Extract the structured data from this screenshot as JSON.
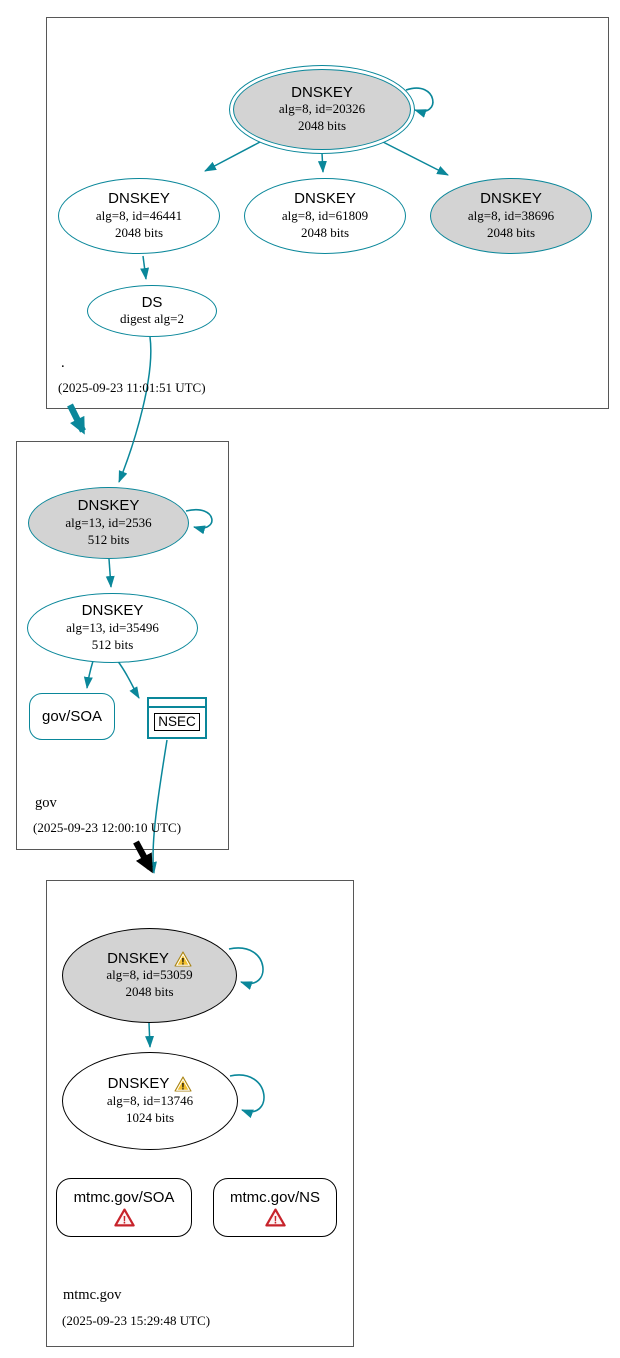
{
  "diagram_type": "dnssec-authentication-chain",
  "colors": {
    "secure_edge": "#0a879a",
    "insecure_edge": "#000000",
    "key_fill": "#d3d3d3",
    "warning_yellow": "#f3c12f",
    "error_red": "#c7232b"
  },
  "zones": [
    {
      "label": ".",
      "timestamp": "(2025-09-23 11:01:51 UTC)",
      "nodes": {
        "ksk": {
          "title": "DNSKEY",
          "detail1": "alg=8, id=20326",
          "detail2": "2048 bits"
        },
        "key46441": {
          "title": "DNSKEY",
          "detail1": "alg=8, id=46441",
          "detail2": "2048 bits"
        },
        "key61809": {
          "title": "DNSKEY",
          "detail1": "alg=8, id=61809",
          "detail2": "2048 bits"
        },
        "key38696": {
          "title": "DNSKEY",
          "detail1": "alg=8, id=38696",
          "detail2": "2048 bits"
        },
        "ds": {
          "title": "DS",
          "detail1": "digest alg=2"
        }
      }
    },
    {
      "label": "gov",
      "timestamp": "(2025-09-23 12:00:10 UTC)",
      "nodes": {
        "ksk": {
          "title": "DNSKEY",
          "detail1": "alg=13, id=2536",
          "detail2": "512 bits"
        },
        "zsk": {
          "title": "DNSKEY",
          "detail1": "alg=13, id=35496",
          "detail2": "512 bits"
        },
        "soa": {
          "label": "gov/SOA"
        },
        "nsec": {
          "label": "NSEC"
        }
      }
    },
    {
      "label": "mtmc.gov",
      "timestamp": "(2025-09-23 15:29:48 UTC)",
      "nodes": {
        "ksk": {
          "title": "DNSKEY",
          "detail1": "alg=8, id=53059",
          "detail2": "2048 bits",
          "status": "warning"
        },
        "zsk": {
          "title": "DNSKEY",
          "detail1": "alg=8, id=13746",
          "detail2": "1024 bits",
          "status": "warning"
        },
        "soa": {
          "label": "mtmc.gov/SOA",
          "status": "error"
        },
        "ns": {
          "label": "mtmc.gov/NS",
          "status": "error"
        }
      }
    }
  ]
}
